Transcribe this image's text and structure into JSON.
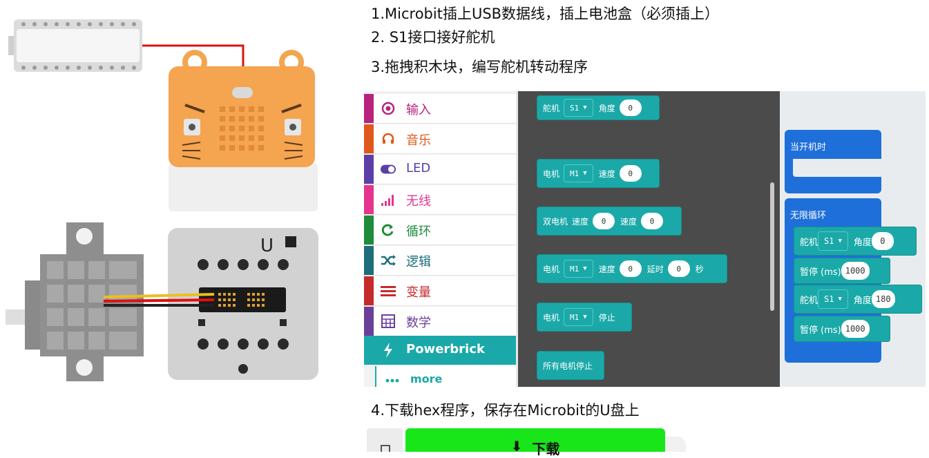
{
  "instructions": {
    "step1": "1.Microbit插上USB数据线，插上电池盒（必须插上）",
    "step2": "2. S1接口接好舵机",
    "step3": "3.拖拽积木块，编写舵机转动程序",
    "step4": "4.下载hex程序，保存在Microbit的U盘上"
  },
  "hardware": {
    "port_label": "U"
  },
  "toolbox": {
    "categories": [
      {
        "label": "输入",
        "icon": "target-icon",
        "color": "#b8237e"
      },
      {
        "label": "音乐",
        "icon": "headphones-icon",
        "color": "#e0581b"
      },
      {
        "label": "LED",
        "icon": "toggle-icon",
        "color": "#5b3fa6"
      },
      {
        "label": "无线",
        "icon": "signal-bars-icon",
        "color": "#e4348f"
      },
      {
        "label": "循环",
        "icon": "loop-arrow-icon",
        "color": "#1e8c3a"
      },
      {
        "label": "逻辑",
        "icon": "shuffle-icon",
        "color": "#1b6e7a"
      },
      {
        "label": "变量",
        "icon": "list-lines-icon",
        "color": "#c62b2b"
      },
      {
        "label": "数学",
        "icon": "calculator-icon",
        "color": "#6a3f9a"
      },
      {
        "label": "Powerbrick",
        "icon": "bolt-icon",
        "color": "#1aa9a8"
      },
      {
        "label": "more",
        "icon": "dots-icon",
        "color": "#1aa9a8"
      }
    ]
  },
  "flyout": {
    "servo": {
      "label": "舵机",
      "port": "S1",
      "angle_label": "角度",
      "angle": "0"
    },
    "motor": {
      "label": "电机",
      "port": "M1",
      "speed_label": "速度",
      "speed": "0"
    },
    "dual_motor": {
      "label": "双电机",
      "speed_label": "速度",
      "speed1": "0",
      "speed2": "0"
    },
    "motor_delay": {
      "label": "电机",
      "port": "M1",
      "speed_label": "速度",
      "speed": "0",
      "delay_label": "延时",
      "delay": "0",
      "unit": "秒"
    },
    "motor_stop": {
      "label": "电机",
      "port": "M1",
      "stop_label": "停止"
    },
    "all_stop": {
      "label": "所有电机停止"
    }
  },
  "workspace": {
    "on_start": {
      "label": "当开机时"
    },
    "forever": {
      "label": "无限循环"
    },
    "servo1": {
      "label": "舵机",
      "port": "S1",
      "angle_label": "角度",
      "angle": "0"
    },
    "pause1": {
      "label": "暂停 (ms)",
      "value": "1000"
    },
    "servo2": {
      "label": "舵机",
      "port": "S1",
      "angle_label": "角度",
      "angle": "180"
    },
    "pause2": {
      "label": "暂停 (ms)",
      "value": "1000"
    }
  },
  "download": {
    "label": "下载",
    "icon": "download-arrow-icon"
  },
  "colors": {
    "editor_dark": "#4b4b4b",
    "block_teal": "#1aa9a8",
    "event_blue": "#1e6fd9",
    "download_green": "#18e619"
  }
}
